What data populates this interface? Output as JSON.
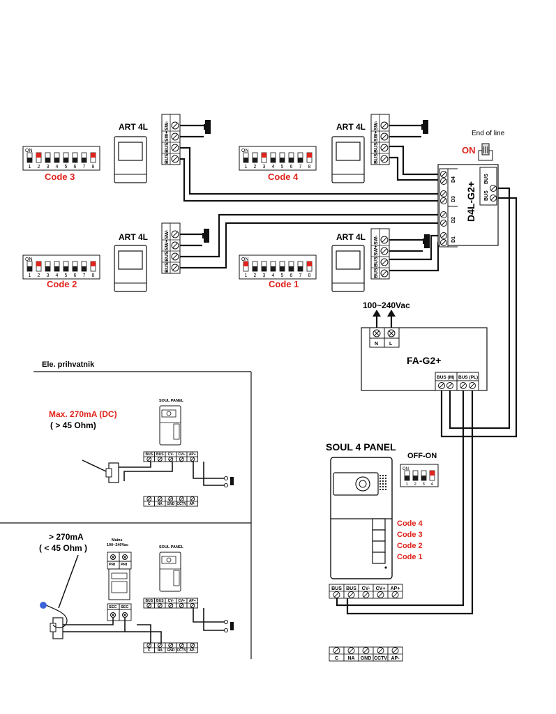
{
  "monitors": [
    {
      "model": "ART 4L",
      "code_label": "Code 3",
      "dip_on": [
        2,
        8
      ]
    },
    {
      "model": "ART 4L",
      "code_label": "Code 4",
      "dip_on": [
        3,
        8
      ]
    },
    {
      "model": "ART 4L",
      "code_label": "Code 2",
      "dip_on": [
        2,
        8
      ]
    },
    {
      "model": "ART 4L",
      "code_label": "Code 1",
      "dip_on": [
        1,
        8
      ]
    }
  ],
  "dip_switch": {
    "on_label": "ON",
    "numbers": [
      "1",
      "2",
      "3",
      "4",
      "5",
      "6",
      "7",
      "8"
    ]
  },
  "monitor_terminals": [
    "SW-",
    "SW+",
    "BUS",
    "BUS"
  ],
  "distributor": {
    "model": "D4L-G2+",
    "outputs": [
      "D4",
      "D3",
      "D2",
      "D1"
    ],
    "bus_in": [
      "BUS",
      "BUS"
    ],
    "end_of_line_label": "End of line",
    "end_of_line_state": "ON"
  },
  "power_supply": {
    "model": "FA-G2+",
    "mains_label": "100~240Vac",
    "mains_terminals": [
      "N",
      "L"
    ],
    "bus_terminals": [
      "BUS (M)",
      "BUS (PL)"
    ]
  },
  "door_panel": {
    "title": "SOUL 4 PANEL",
    "dip_title": "OFF-ON",
    "dip_on_label": "ON",
    "dip_numbers": [
      "1",
      "2",
      "3",
      "4"
    ],
    "dip_on": [
      4
    ],
    "button_codes": [
      "Code 4",
      "Code 3",
      "Code 2",
      "Code 1"
    ],
    "terminals_top": [
      "BUS",
      "BUS",
      "CV-",
      "CV+",
      "AP+"
    ],
    "terminals_bottom": [
      "C",
      "NA",
      "GND",
      "CCTV",
      "AP-"
    ]
  },
  "lock_section": {
    "title": "Ele. prihvatnik",
    "panel_label": "SOUL PANEL",
    "case_a": {
      "limit": "Max. 270mA (DC)",
      "resistance": "( > 45 Ohm)"
    },
    "case_b": {
      "limit": "> 270mA",
      "resistance": "( < 45 Ohm )"
    },
    "transformer_mains_label": "Mains",
    "transformer_mains_value": "100~240Vac",
    "transformer_primary": [
      "PRI",
      "PRI"
    ],
    "transformer_secondary": [
      "SEC",
      "SEC"
    ],
    "terminals_top": [
      "BUS",
      "BUS",
      "CV-",
      "CV+",
      "AP+"
    ],
    "terminals_bottom": [
      "C",
      "NA",
      "GND",
      "CCTV",
      "AP-"
    ]
  },
  "colors": {
    "accent_red": "#e0231c",
    "line": "#111111",
    "switch_knob": "#1a1a1a"
  }
}
